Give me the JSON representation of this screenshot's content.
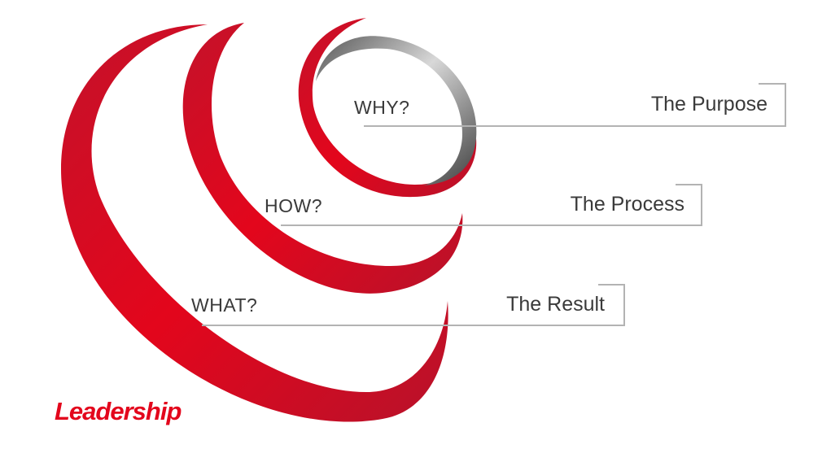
{
  "levels": [
    {
      "question": "WHY?",
      "answer": "The Purpose"
    },
    {
      "question": "HOW?",
      "answer": "The Process"
    },
    {
      "question": "WHAT?",
      "answer": "The Result"
    }
  ],
  "logo": "Leadership",
  "colors": {
    "red": "#e3061c",
    "dark_red": "#c4122a",
    "gray": "#9a9a9a",
    "line": "#b3b3b3",
    "text": "#3a3a3a"
  }
}
